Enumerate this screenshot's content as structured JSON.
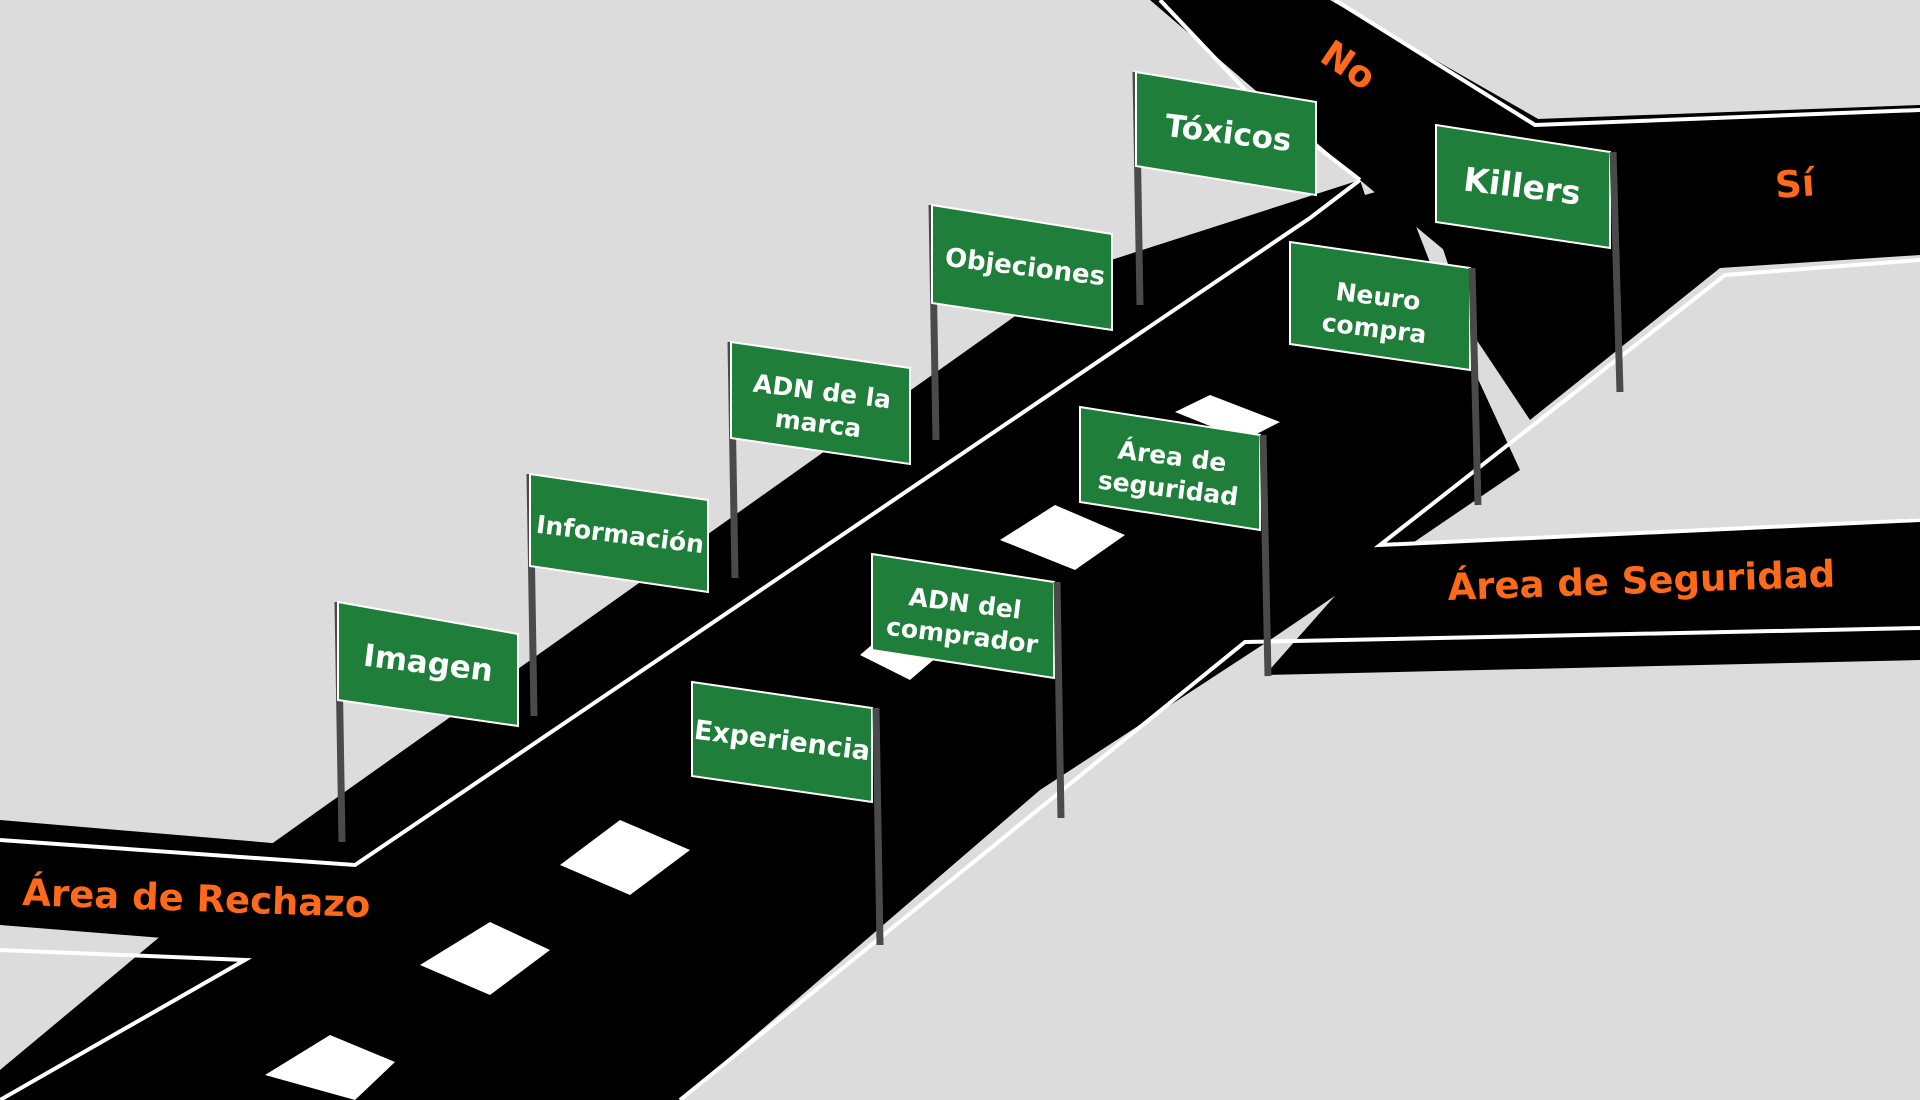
{
  "colors": {
    "background": "#dcdcdc",
    "road": "#000000",
    "road_edge": "#ffffff",
    "flag_fill": "#1e7e3a",
    "flag_text": "#ffffff",
    "pole": "#4a4a4a",
    "label_orange": "#ff6a1a"
  },
  "areas": {
    "rejection": "Área de Rechazo",
    "security": "Área de Seguridad",
    "no": "No",
    "yes": "Sí"
  },
  "flags": {
    "imagen": "Imagen",
    "informacion": "Información",
    "adn_marca_1": "ADN de la",
    "adn_marca_2": "marca",
    "objeciones": "Objeciones",
    "toxicos": "Tóxicos",
    "experiencia": "Experiencia",
    "adn_comprador_1": "ADN del",
    "adn_comprador_2": "comprador",
    "area_seguridad_1": "Área de",
    "area_seguridad_2": "seguridad",
    "neuro_1": "Neuro",
    "neuro_2": "compra",
    "killers": "Killers"
  }
}
